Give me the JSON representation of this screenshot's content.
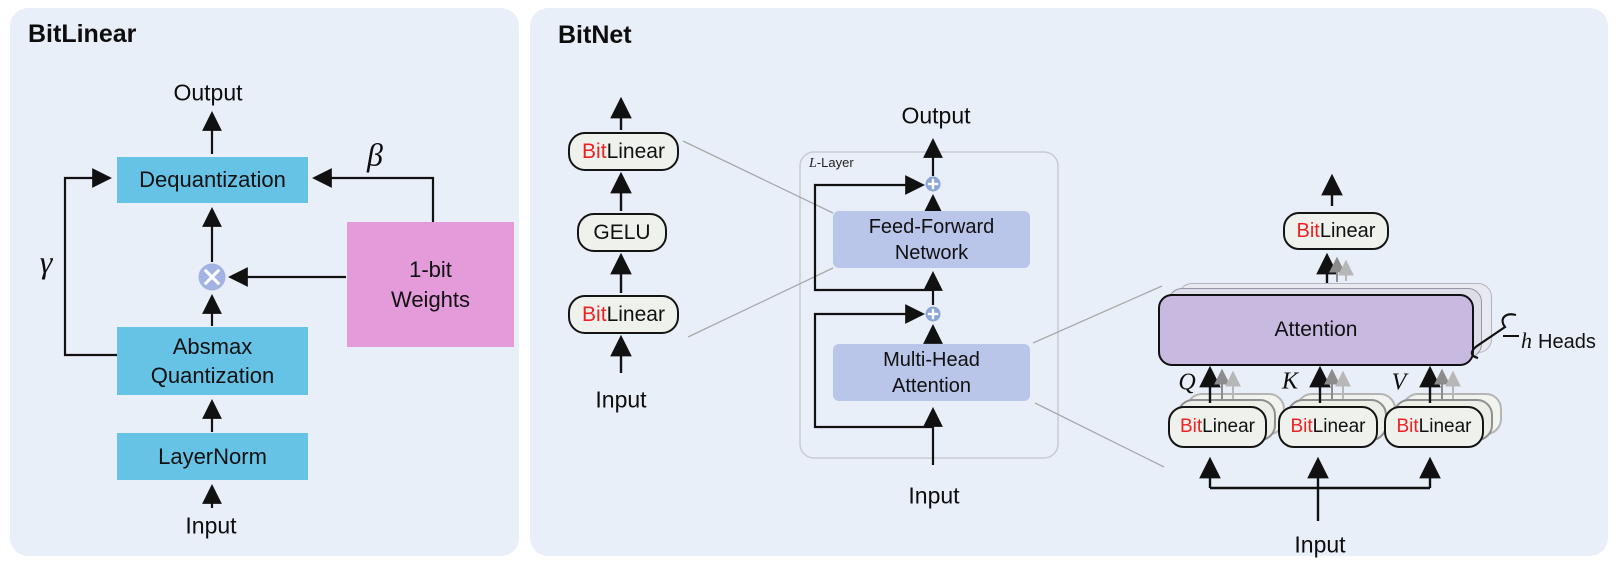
{
  "left_panel": {
    "title": "BitLinear",
    "output_label": "Output",
    "dequantization_label": "Dequantization",
    "beta_symbol": "β",
    "gamma_symbol": "γ",
    "weights_line1": "1-bit",
    "weights_line2": "Weights",
    "multiply_icon": "circled-times-icon",
    "absmax_line1": "Absmax",
    "absmax_line2": "Quantization",
    "layernorm_label": "LayerNorm",
    "input_label": "Input"
  },
  "right_panel": {
    "title": "BitNet",
    "ffn_column": {
      "bitlinear_top": {
        "bit": "Bit",
        "linear": "Linear"
      },
      "gelu_label": "GELU",
      "bitlinear_bottom": {
        "bit": "Bit",
        "linear": "Linear"
      },
      "input_label": "Input"
    },
    "transformer_block": {
      "layer_label_prefix": "L",
      "layer_label_suffix": "-Layer",
      "output_label": "Output",
      "ffn_line1": "Feed-Forward",
      "ffn_line2": "Network",
      "add_icon": "circled-plus-icon",
      "mha_line1": "Multi-Head",
      "mha_line2": "Attention",
      "input_label": "Input"
    },
    "attention_detail": {
      "bitlinear_out": {
        "bit": "Bit",
        "linear": "Linear"
      },
      "attention_label": "Attention",
      "heads_symbol": "h",
      "heads_label": "Heads",
      "q_label": "Q",
      "k_label": "K",
      "v_label": "V",
      "qkv_pills": [
        {
          "bit": "Bit",
          "linear": "Linear"
        },
        {
          "bit": "Bit",
          "linear": "Linear"
        },
        {
          "bit": "Bit",
          "linear": "Linear"
        }
      ],
      "input_label": "Input"
    }
  },
  "colors": {
    "panel_bg": "#e9eff8",
    "cyan_box": "#67c3e6",
    "pink_box": "#e39bd9",
    "lavender_box": "#b9c5e9",
    "attention_purple": "#c7b9e0",
    "add_circle": "#8ba5d8",
    "multiply_circle": "#a2b3e3",
    "bitlinear_red": "#ed2024",
    "pill_bg": "#eff2ec"
  }
}
